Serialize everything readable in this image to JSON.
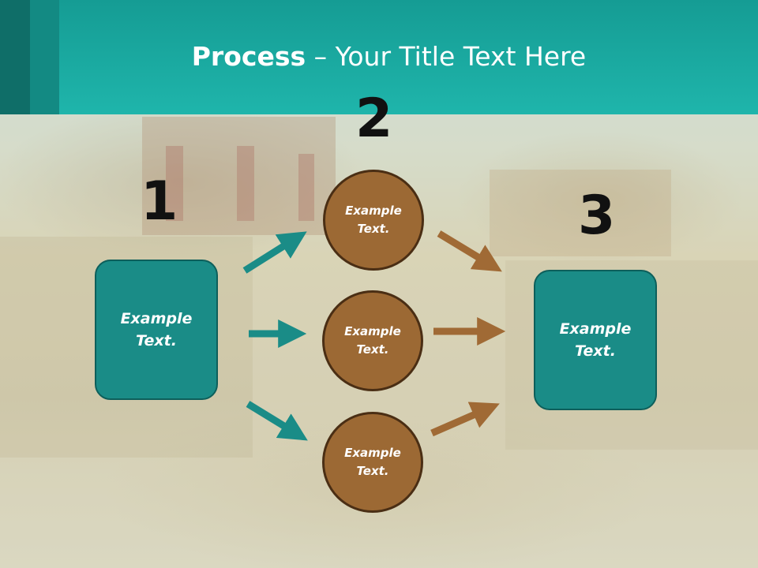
{
  "title": {
    "bold": "Process",
    "rest": " – Your Title Text Here"
  },
  "steps": [
    {
      "number": "1",
      "box": "Example Text."
    },
    {
      "number": "2",
      "circles": [
        "Example Text.",
        "Example Text.",
        "Example Text."
      ]
    },
    {
      "number": "3",
      "box": "Example Text."
    }
  ],
  "colors": {
    "header": "#1fb5ab",
    "box_fill": "#1a8c87",
    "circle_fill": "#9c6934",
    "arrow_teal": "#1a8c87",
    "arrow_brown": "#a06a35"
  }
}
